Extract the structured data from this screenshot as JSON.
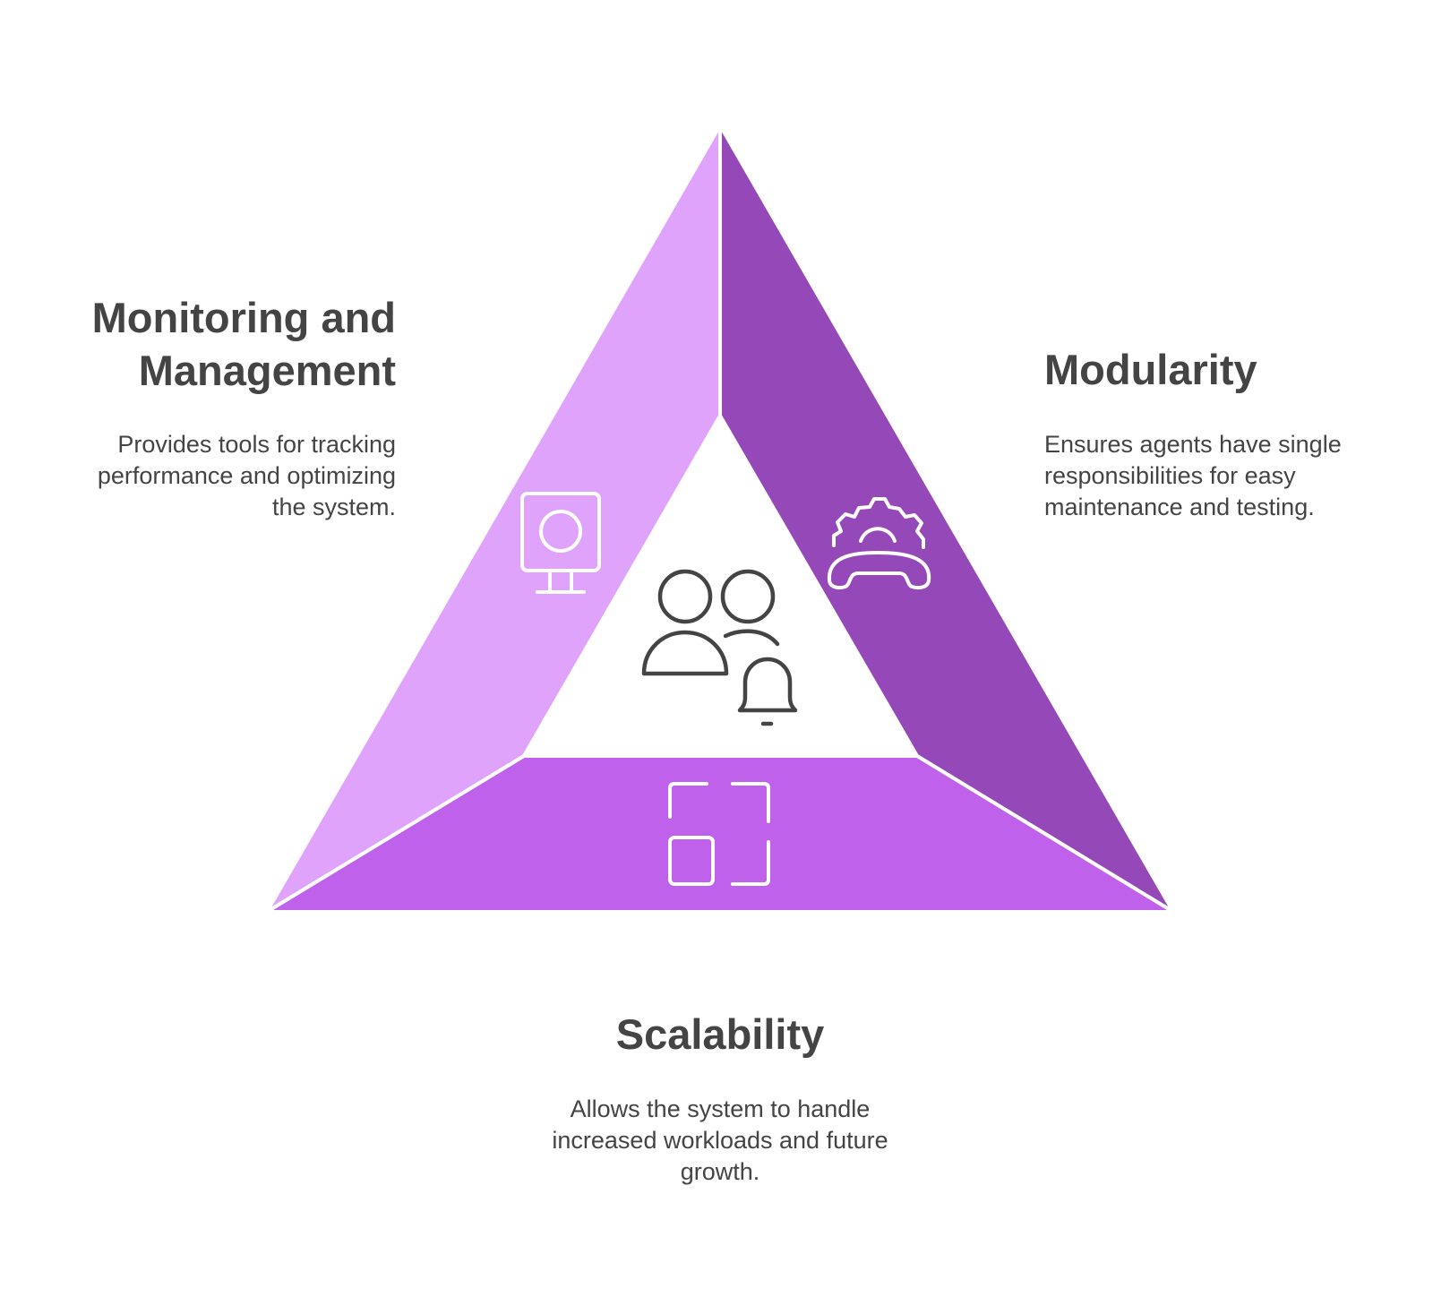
{
  "sections": {
    "monitoring": {
      "title_line1": "Monitoring and",
      "title_line2": "Management",
      "desc_line1": "Provides tools for tracking",
      "desc_line2": "performance and optimizing",
      "desc_line3": "the system.",
      "icon": "monitor-icon",
      "color": "#dfa3fb"
    },
    "modularity": {
      "title": "Modularity",
      "desc_line1": "Ensures agents have single",
      "desc_line2": "responsibilities for easy",
      "desc_line3": "maintenance and testing.",
      "icon": "gear-phone-icon",
      "color": "#9549b9"
    },
    "scalability": {
      "title": "Scalability",
      "desc_line1": "Allows the system to handle",
      "desc_line2": "increased workloads and future",
      "desc_line3": "growth.",
      "icon": "expand-icon",
      "color": "#bf61ea"
    },
    "center_icon": "users-bell-icon"
  }
}
